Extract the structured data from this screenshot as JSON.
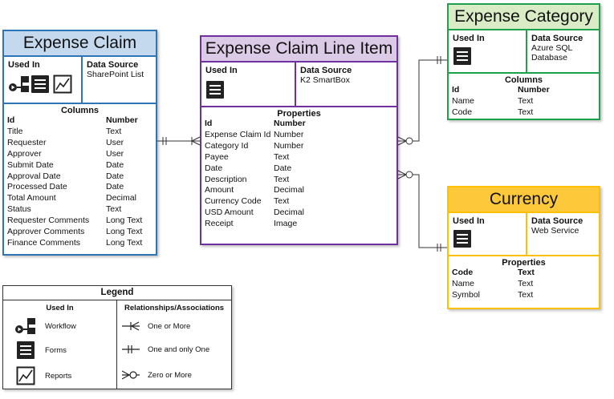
{
  "colors": {
    "claim_border": "#2e75b6",
    "claim_fill": "#c5d9ee",
    "line_border": "#7030a0",
    "line_fill": "#dccbe6",
    "category_border": "#1fa04a",
    "category_fill": "#d9ecc6",
    "currency_border": "#ffc000",
    "currency_fill": "#fdc93a"
  },
  "expense_claim": {
    "title": "Expense Claim",
    "used_in_label": "Used In",
    "used_in_icons": [
      "workflow-icon",
      "forms-icon",
      "reports-icon"
    ],
    "data_source_label": "Data Source",
    "data_source": "SharePoint List",
    "section_label": "Columns",
    "header": {
      "name": "Id",
      "type": "Number"
    },
    "fields": [
      {
        "name": "Title",
        "type": "Text"
      },
      {
        "name": "Requester",
        "type": "User"
      },
      {
        "name": "Approver",
        "type": "User"
      },
      {
        "name": "Submit Date",
        "type": "Date"
      },
      {
        "name": "Approval Date",
        "type": "Date"
      },
      {
        "name": "Processed Date",
        "type": "Date"
      },
      {
        "name": "Total Amount",
        "type": "Decimal"
      },
      {
        "name": "Status",
        "type": "Text"
      },
      {
        "name": "Requester Comments",
        "type": "Long Text"
      },
      {
        "name": "Approver Comments",
        "type": "Long Text"
      },
      {
        "name": "Finance Comments",
        "type": "Long Text"
      }
    ]
  },
  "line_item": {
    "title": "Expense Claim Line Item",
    "used_in_label": "Used In",
    "used_in_icons": [
      "forms-icon"
    ],
    "data_source_label": "Data Source",
    "data_source": "K2 SmartBox",
    "section_label": "Properties",
    "header": {
      "name": "Id",
      "type": "Number"
    },
    "fields": [
      {
        "name": "Expense Claim Id",
        "type": "Number"
      },
      {
        "name": "Category Id",
        "type": "Number"
      },
      {
        "name": "Payee",
        "type": "Text"
      },
      {
        "name": "Date",
        "type": "Date"
      },
      {
        "name": "Description",
        "type": "Text"
      },
      {
        "name": "Amount",
        "type": "Decimal"
      },
      {
        "name": "Currency Code",
        "type": "Text"
      },
      {
        "name": "USD Amount",
        "type": "Decimal"
      },
      {
        "name": "Receipt",
        "type": "Image"
      }
    ]
  },
  "expense_category": {
    "title": "Expense Category",
    "used_in_label": "Used In",
    "used_in_icons": [
      "forms-icon"
    ],
    "data_source_label": "Data Source",
    "data_source_line1": "Azure SQL",
    "data_source_line2": "Database",
    "section_label": "Columns",
    "header": {
      "name": "Id",
      "type": "Number"
    },
    "fields": [
      {
        "name": "Name",
        "type": "Text"
      },
      {
        "name": "Code",
        "type": "Text"
      }
    ]
  },
  "currency": {
    "title": "Currency",
    "used_in_label": "Used In",
    "used_in_icons": [
      "forms-icon"
    ],
    "data_source_label": "Data Source",
    "data_source": "Web Service",
    "section_label": "Properties",
    "header": {
      "name": "Code",
      "type": "Text"
    },
    "fields": [
      {
        "name": "Name",
        "type": "Text"
      },
      {
        "name": "Symbol",
        "type": "Text"
      }
    ]
  },
  "legend": {
    "title": "Legend",
    "used_in_header": "Used In",
    "relationships_header": "Relationships/Associations",
    "used_in_items": [
      {
        "icon": "workflow-icon",
        "label": "Workflow"
      },
      {
        "icon": "forms-icon",
        "label": "Forms"
      },
      {
        "icon": "reports-icon",
        "label": "Reports"
      }
    ],
    "relationship_items": [
      {
        "icon": "one-or-more-icon",
        "label": "One or More"
      },
      {
        "icon": "one-and-only-one-icon",
        "label": "One and only One"
      },
      {
        "icon": "zero-or-more-icon",
        "label": "Zero or More"
      }
    ]
  }
}
